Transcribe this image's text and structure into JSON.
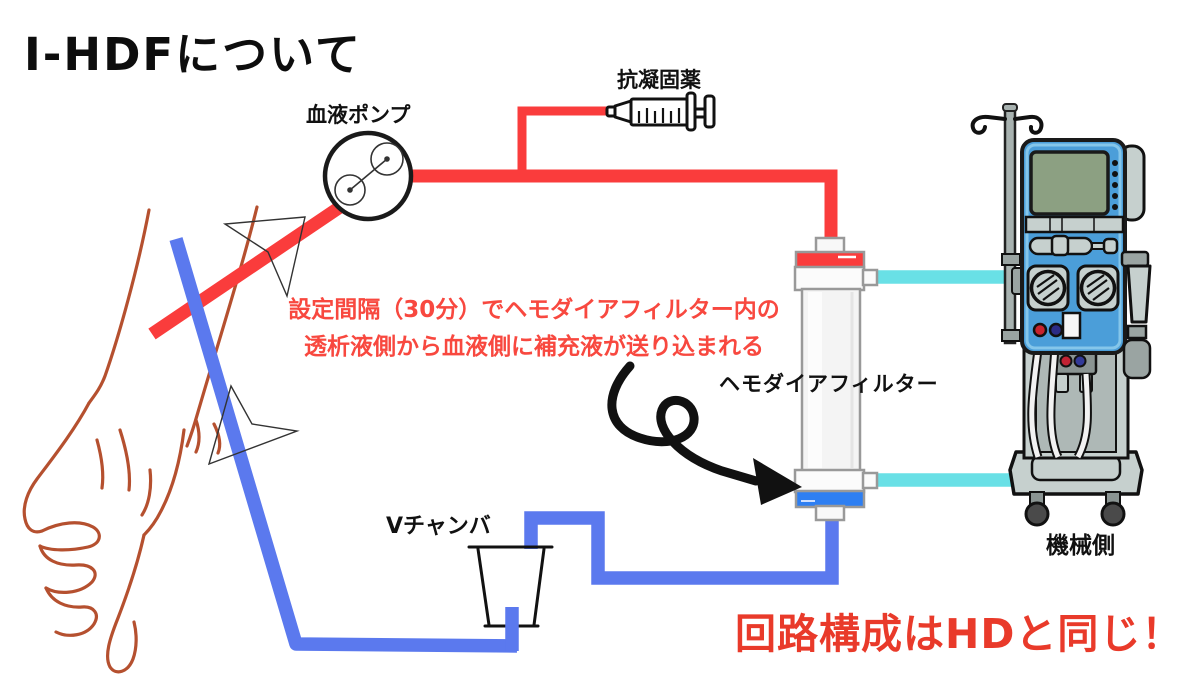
{
  "title": "I-HDFについて",
  "labels": {
    "blood_pump": "血液ポンプ",
    "anticoagulant": "抗凝固薬",
    "hemodiafilter": "ヘモダイアフィルター",
    "v_chamber": "Vチャンバ",
    "machine_side": "機械側"
  },
  "notes": {
    "supplement_line1": "設定間隔（30分）でヘモダイアフィルター内の",
    "supplement_line2": "透析液側から血液側に補充液が送り込まれる",
    "circuit": "回路構成はHDと同じ！"
  },
  "colors": {
    "arterial_line": "#fa3c3c",
    "venous_line": "#5b79ee",
    "dialysate_line": "#69e0e6",
    "filter_venous_cap": "#2e7ff2",
    "machine_blue": "#4b9ed9",
    "machine_blue_light": "#85c6ea",
    "screen_green": "#8ca082",
    "machine_gray": "#c6d0ce",
    "machine_gray_dark": "#9aa4a2",
    "skin_outline": "#b5502f",
    "note_red": "#f8483f",
    "circuit_note_red": "#e93a2a",
    "ink": "#111111"
  }
}
